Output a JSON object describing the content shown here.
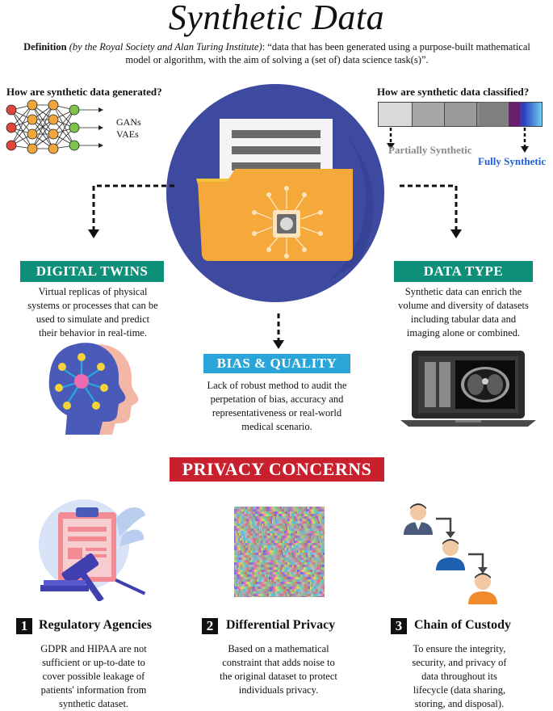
{
  "title": "Synthetic Data",
  "definition": {
    "label": "Definition",
    "source": "(by the Royal Society and Alan Turing Institute)",
    "text": ": “data that has been generated using a purpose-built mathematical model or algorithm, with the aim of solving a (set of) data science task(s)”."
  },
  "generation": {
    "question": "How are synthetic data generated?",
    "methods": [
      "GANs",
      "VAEs"
    ]
  },
  "classification": {
    "question": "How are synthetic data classified?",
    "partial_label": "Partially Synthetic",
    "full_label": "Fully Synthetic"
  },
  "sections": {
    "digital_twins": {
      "heading": "DIGITAL TWINS",
      "text_lines": [
        "Virtual replicas of physical",
        "systems or processes that can be",
        "used to simulate and predict",
        "their behavior in real-time."
      ]
    },
    "data_type": {
      "heading": "DATA TYPE",
      "text_lines": [
        "Synthetic data can enrich the",
        "volume and diversity of datasets",
        "including tabular data and",
        "imaging alone or combined."
      ]
    },
    "bias_quality": {
      "heading": "BIAS & QUALITY",
      "text_lines": [
        "Lack of robust method to audit the",
        "perpetation of bias, accuracy and",
        "representativeness or real-world",
        "medical scenario."
      ]
    }
  },
  "privacy": {
    "heading": "PRIVACY CONCERNS",
    "items": [
      {
        "number": "1",
        "title": "Regulatory Agencies",
        "text_lines": [
          "GDPR and HIPAA are not",
          "sufficient or up-to-date to",
          "cover possible leakage of",
          "patients' information from",
          "synthetic dataset."
        ]
      },
      {
        "number": "2",
        "title": "Differential Privacy",
        "text_lines": [
          "Based on a mathematical",
          "constraint that adds noise to",
          "the original dataset to protect",
          "individuals privacy."
        ]
      },
      {
        "number": "3",
        "title": "Chain of Custody",
        "text_lines": [
          "To ensure the integrity,",
          "security, and privacy of",
          "data throughout its",
          "lifecycle (data sharing,",
          "storing, and disposal)."
        ]
      }
    ]
  },
  "colors": {
    "teal": "#0e8f78",
    "blue_banner": "#2aa5d8",
    "red_banner": "#c8202d",
    "circle": "#3d4aa0",
    "folder": "#f5a93a",
    "fully_synthetic": "#1f5fd6",
    "partially_synthetic": "#8a8a8a"
  }
}
